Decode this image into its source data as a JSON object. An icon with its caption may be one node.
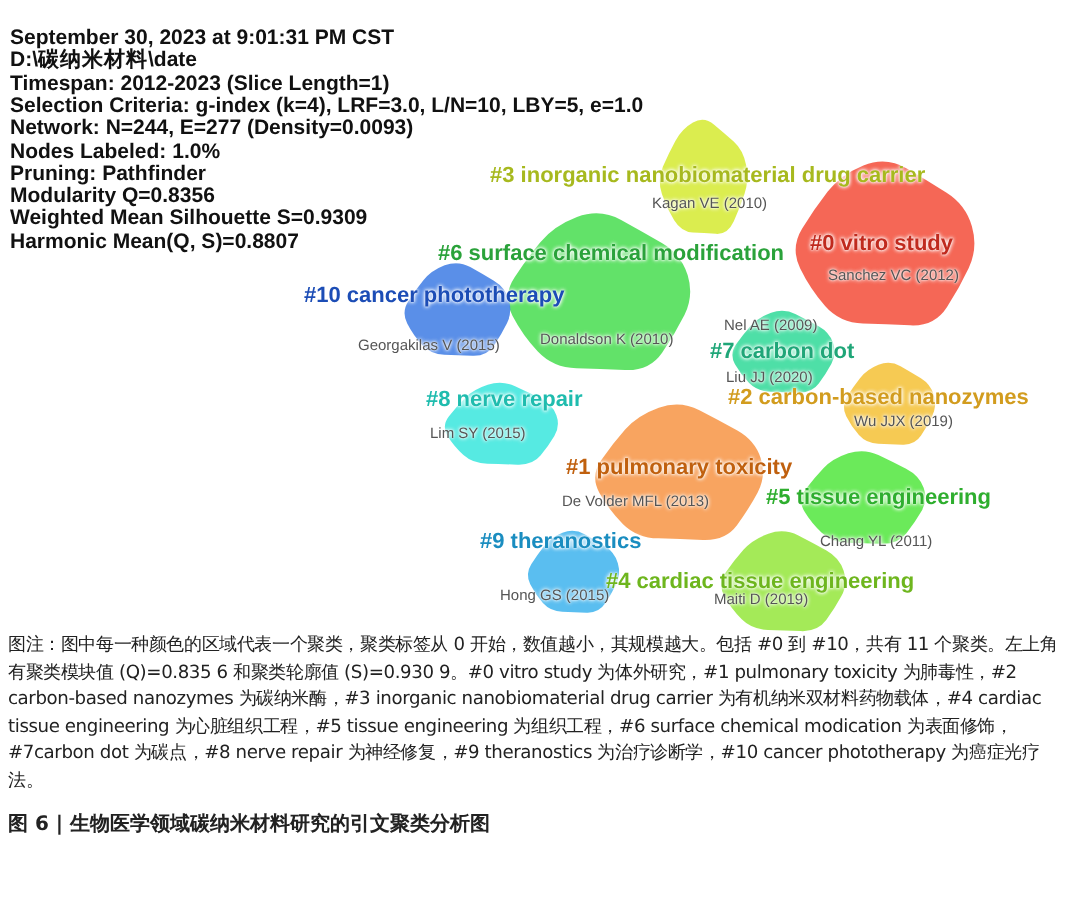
{
  "diagram": {
    "caption": "图 6 | 生物医学领域碳纳米材料研究的引文聚类分析图",
    "nodes": [
      {
        "text": [
          "#3 inorganic nanobiomaterial drug carrier",
          "Kagan VE (2010)"
        ]
      },
      {
        "text": [
          "#0 vitro study",
          "Sanchez VC (2012)"
        ]
      },
      {
        "text": [
          "#6 surface chemical modification",
          "Donaldson K (2010)"
        ]
      },
      {
        "text": [
          "#10 cancer phototherapy",
          "Georgakilas V (2015)"
        ]
      },
      {
        "text": [
          "Nel AE (2009)",
          "#7 carbon dot",
          "Liu JJ (2020)"
        ]
      },
      {
        "text": [
          "#2 carbon-based nanozymes",
          "Wu JJX (2019)"
        ]
      },
      {
        "text": [
          "#8 nerve repair",
          "Lim SY (2015)"
        ]
      },
      {
        "text": [
          "#1 pulmonary toxicity",
          "De Volder MFL (2013)"
        ]
      },
      {
        "text": [
          "#5 tissue engineering",
          "Chang YL (2011)"
        ]
      },
      {
        "text": [
          "#9 theranostics",
          "Hong GS (2015)"
        ]
      },
      {
        "text": [
          "#4 cardiac tissue engineering",
          "Maiti D (2019)"
        ]
      }
    ],
    "edges": [],
    "labels": [
      "September 30, 2023 at 9:01:31 PM CST",
      "D:\\碳纳米材料\\date",
      "Timespan: 2012-2023 (Slice Length=1)",
      "Selection Criteria: g-index (k=4), LRF=3.0, L/N=10, LBY=5, e=1.0",
      "Network: N=244, E=277 (Density=0.0093)",
      "Nodes Labeled: 1.0%",
      "Pruning: Pathfinder",
      "Modularity Q=0.8356",
      "Weighted Mean Silhouette S=0.9309",
      "Harmonic Mean(Q, S)=0.8807",
      "图注：图中每一种颜色的区域代表一个聚类，聚类标签从 0 开始，数值越小，其规模越大。包括 #0 到 #10，共有 11 个聚类。左上角有聚类模块值 (Q)=0.835 6 和聚类轮廓值 (S)=0.930 9。#0 vitro study 为体外研究，#1 pulmonary toxicity 为肺毒性，#2 carbon-based nanozymes 为碳纳米酶，#3 inorganic nanobiomaterial drug carrier 为有机纳米双材料药物载体，#4 cardiac tissue engineering 为心脏组织工程，#5 tissue engineering 为组织工程，#6 surface chemical modication 为表面修饰，#7carbon dot 为碳点，#8 nerve repair 为神经修复，#9 theranostics 为治疗诊断学，#10 cancer phototherapy 为癌症光疗法。"
    ]
  }
}
